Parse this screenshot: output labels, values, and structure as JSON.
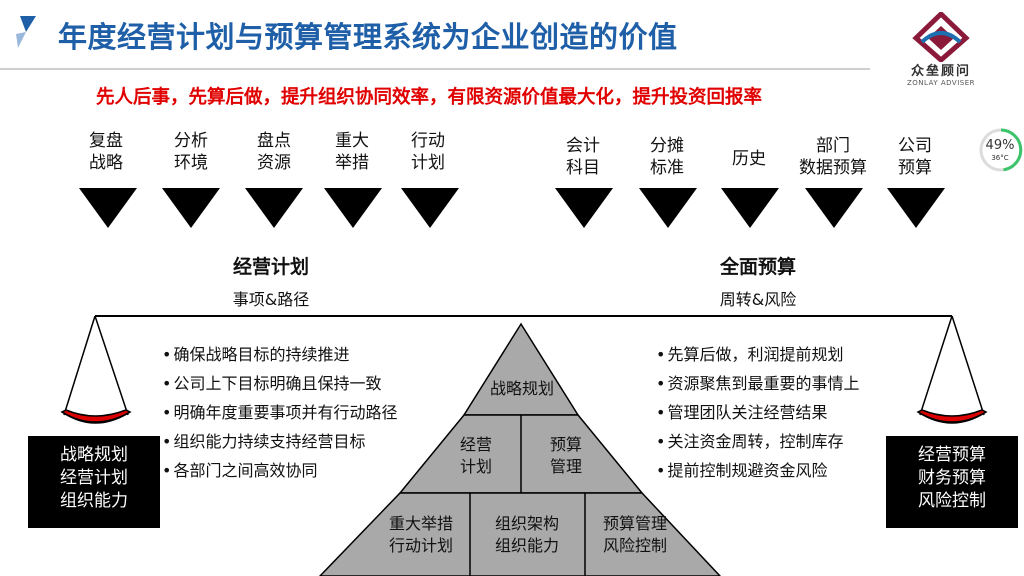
{
  "title": "年度经营计划与预算管理系统为企业创造的价值",
  "subtitle": "先人后事，先算后做，提升组织协同效率，有限资源价值最大化，提升投资回报率",
  "logo": {
    "name": "众垒顾问",
    "sub": "ZONLAY ADVISER",
    "colors": [
      "#8b1a3a",
      "#1e6fb0"
    ]
  },
  "widget": {
    "percent": "49%",
    "temp": "36°C"
  },
  "left_steps": [
    {
      "line1": "复盘",
      "line2": "战略"
    },
    {
      "line1": "分析",
      "line2": "环境"
    },
    {
      "line1": "盘点",
      "line2": "资源"
    },
    {
      "line1": "重大",
      "line2": "举措"
    },
    {
      "line1": "行动",
      "line2": "计划"
    }
  ],
  "right_steps": [
    {
      "line1": "会计",
      "line2": "科目"
    },
    {
      "line1": "分摊",
      "line2": "标准"
    },
    {
      "line1": "历史",
      "line2": ""
    },
    {
      "line1": "部门",
      "line2": "数据预算"
    },
    {
      "line1": "公司",
      "line2": "预算"
    }
  ],
  "left_group": {
    "title": "经营计划",
    "sub": "事项&路径"
  },
  "right_group": {
    "title": "全面预算",
    "sub": "周转&风险"
  },
  "left_bullets": [
    "确保战略目标的持续推进",
    "公司上下目标明确且保持一致",
    "明确年度重要事项并有行动路径",
    "组织能力持续支持经营目标",
    "各部门之间高效协同"
  ],
  "right_bullets": [
    "先算后做，利润提前规划",
    "资源聚焦到最重要的事情上",
    "管理团队关注经营结果",
    "关注资金周转，控制库存",
    "提前控制规避资金风险"
  ],
  "pyramid": {
    "top": "战略规划",
    "middle_left": {
      "line1": "经营",
      "line2": "计划"
    },
    "middle_right": {
      "line1": "预算",
      "line2": "管理"
    },
    "bottom_left": {
      "line1": "重大举措",
      "line2": "行动计划"
    },
    "bottom_center": {
      "line1": "组织架构",
      "line2": "组织能力"
    },
    "bottom_right": {
      "line1": "预算管理",
      "line2": "风险控制"
    }
  },
  "left_box": {
    "line1": "战略规划",
    "line2": "经营计划",
    "line3": "组织能力"
  },
  "right_box": {
    "line1": "经营预算",
    "line2": "财务预算",
    "line3": "风险控制"
  },
  "colors": {
    "title_blue": "#1f5fa8",
    "subtitle_red": "#e00000",
    "pyramid_gray": "#a9a9a9",
    "scale_red": "#dd0000"
  }
}
